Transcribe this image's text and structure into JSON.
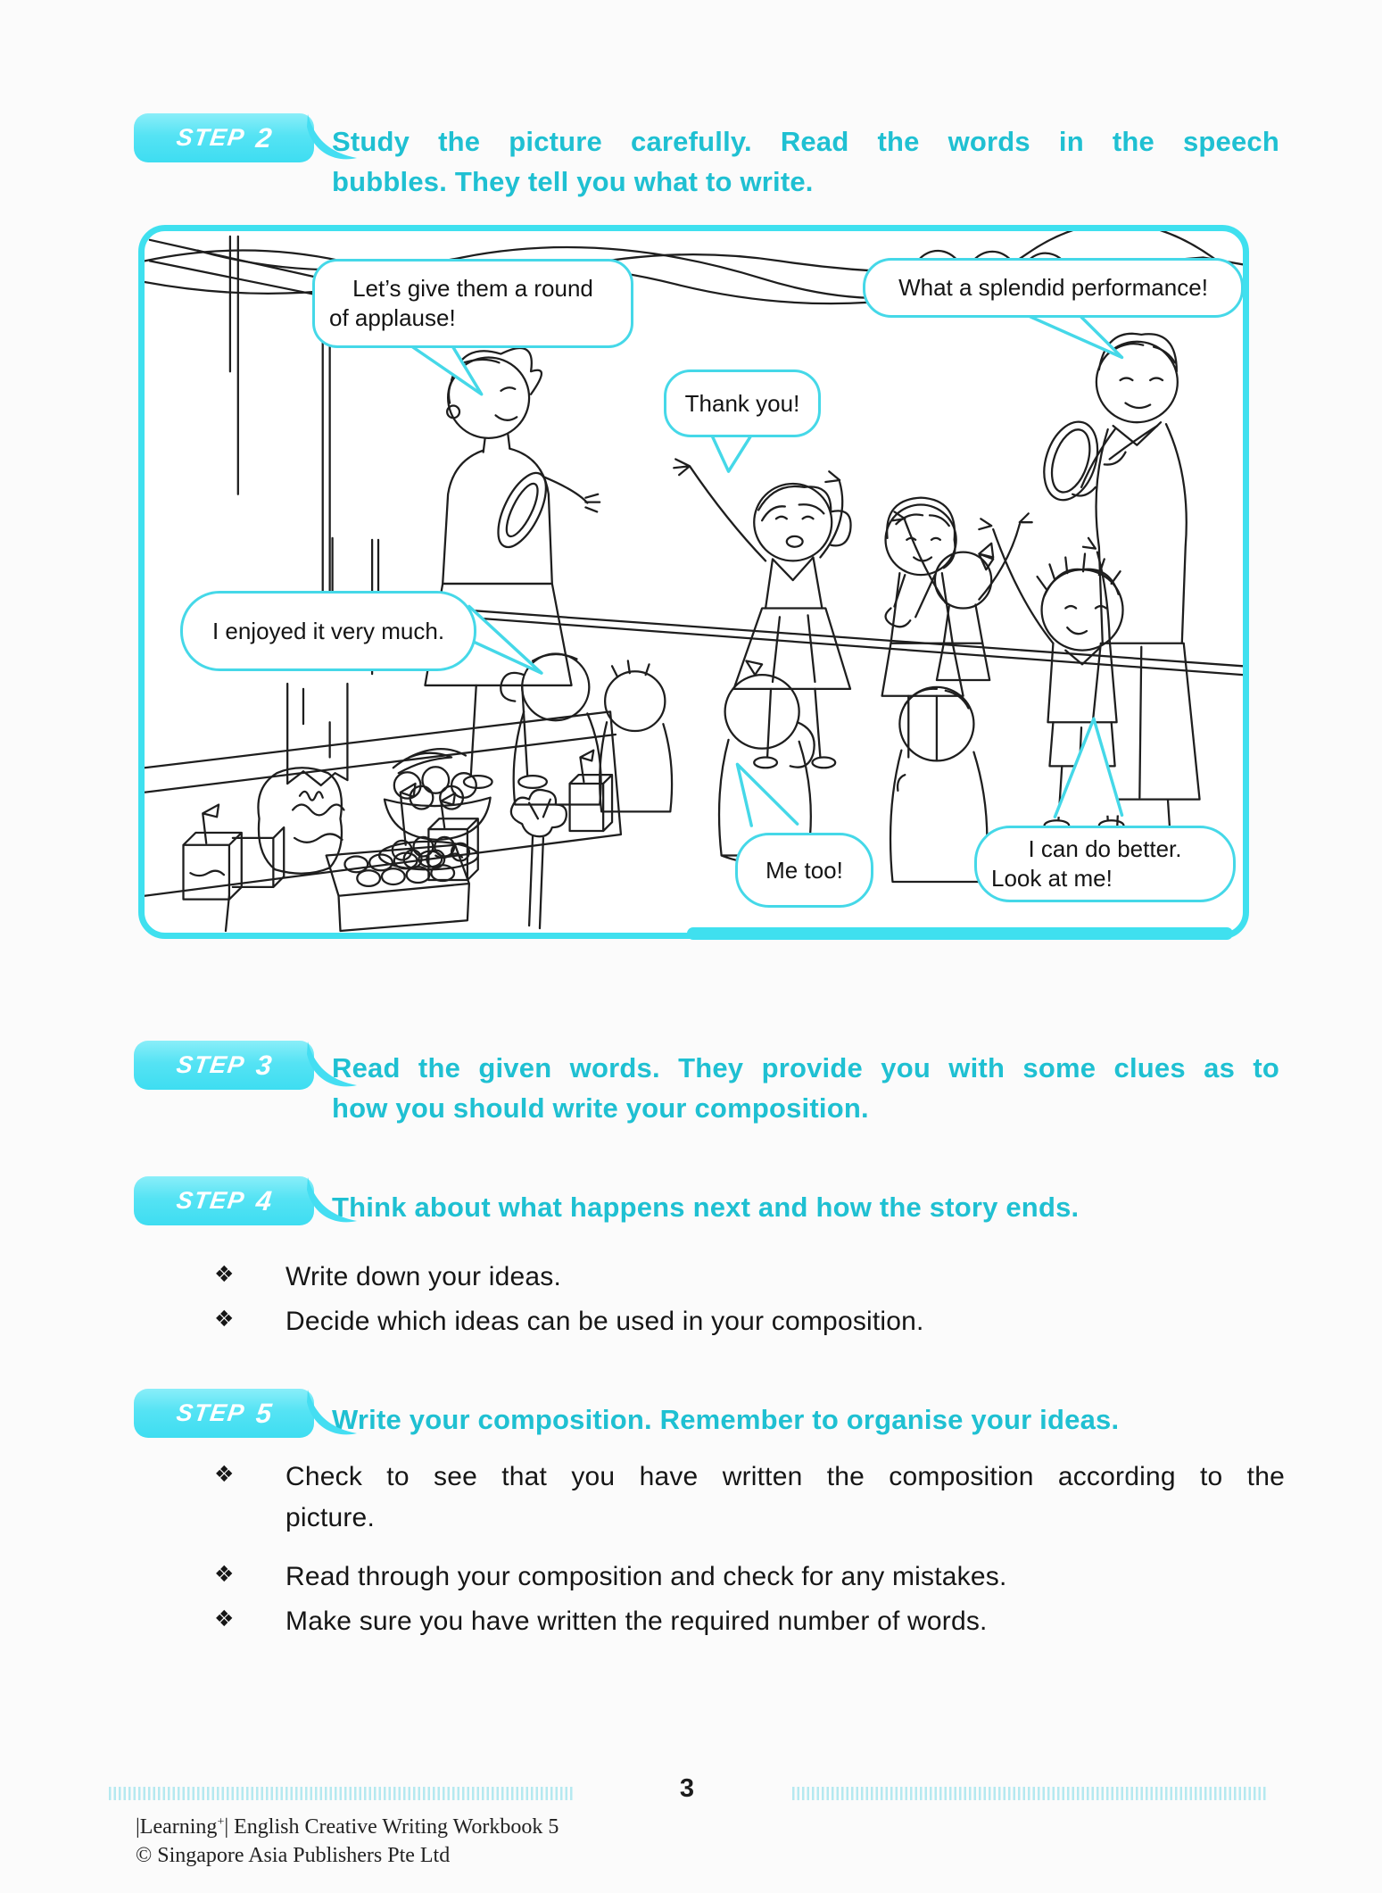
{
  "page": {
    "number": "3"
  },
  "colors": {
    "badge": "#4adcf0",
    "heading": "#1fc0d2",
    "frame": "#3fe0ef",
    "bubble_border": "#45d8e8",
    "stripe": "#b5e9f0"
  },
  "steps": [
    {
      "label": "STEP",
      "number": "2",
      "lines": [
        "Study the picture carefully. Read the words in the speech",
        "bubbles. They tell you what to write."
      ]
    },
    {
      "label": "STEP",
      "number": "3",
      "lines": [
        "Read the given words. They provide you with some clues as to",
        "how you should write your composition."
      ]
    },
    {
      "label": "STEP",
      "number": "4",
      "lines": [
        "Think about what happens next and how the story ends."
      ]
    },
    {
      "label": "STEP",
      "number": "5",
      "lines": [
        "Write your composition. Remember to organise your ideas."
      ]
    }
  ],
  "bullet_glyph": "❖",
  "step4_bullets": [
    {
      "lines": [
        "Write down your ideas."
      ]
    },
    {
      "lines": [
        "Decide which ideas can be used in your composition."
      ]
    }
  ],
  "step5_bullets": [
    {
      "lines": [
        "Check to see that you have written the composition according to the",
        "picture."
      ]
    },
    {
      "lines": [
        "Read through your composition and check for any mistakes."
      ]
    },
    {
      "lines": [
        "Make sure you have written the required number of words."
      ]
    }
  ],
  "illustration": {
    "bubbles": [
      {
        "id": "applause",
        "lines": [
          "Let’s give them a round",
          "of applause!"
        ]
      },
      {
        "id": "performance",
        "lines": [
          "What a splendid performance!"
        ]
      },
      {
        "id": "thank_you",
        "lines": [
          "Thank you!"
        ]
      },
      {
        "id": "enjoyed",
        "lines": [
          "I enjoyed it very much."
        ]
      },
      {
        "id": "me_too",
        "lines": [
          "Me too!"
        ]
      },
      {
        "id": "do_better",
        "lines": [
          "I can do better.",
          "Look at me!"
        ]
      }
    ]
  },
  "footer": {
    "page_number": "3",
    "brand_pre": "|Learning",
    "brand_sup": "+",
    "brand_post": "| English Creative Writing Workbook 5",
    "copyright": "© Singapore Asia Publishers Pte Ltd"
  }
}
